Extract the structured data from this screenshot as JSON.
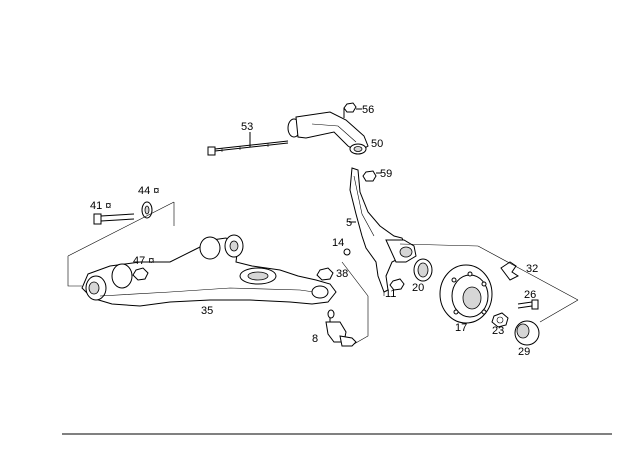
{
  "callouts": [
    {
      "id": "p53",
      "text": "53"
    },
    {
      "id": "p56",
      "text": "56"
    },
    {
      "id": "p50",
      "text": "50"
    },
    {
      "id": "p59",
      "text": "59"
    },
    {
      "id": "p41",
      "text": "41 ¤"
    },
    {
      "id": "p44",
      "text": "44 ¤"
    },
    {
      "id": "p5",
      "text": "5"
    },
    {
      "id": "p14",
      "text": "14"
    },
    {
      "id": "p47",
      "text": "47 ¤"
    },
    {
      "id": "p38",
      "text": "38"
    },
    {
      "id": "p32",
      "text": "32"
    },
    {
      "id": "p35",
      "text": "35"
    },
    {
      "id": "p11",
      "text": "11"
    },
    {
      "id": "p20",
      "text": "20"
    },
    {
      "id": "p26",
      "text": "26"
    },
    {
      "id": "p17",
      "text": "17"
    },
    {
      "id": "p23",
      "text": "23"
    },
    {
      "id": "p8",
      "text": "8"
    },
    {
      "id": "p29",
      "text": "29"
    }
  ]
}
